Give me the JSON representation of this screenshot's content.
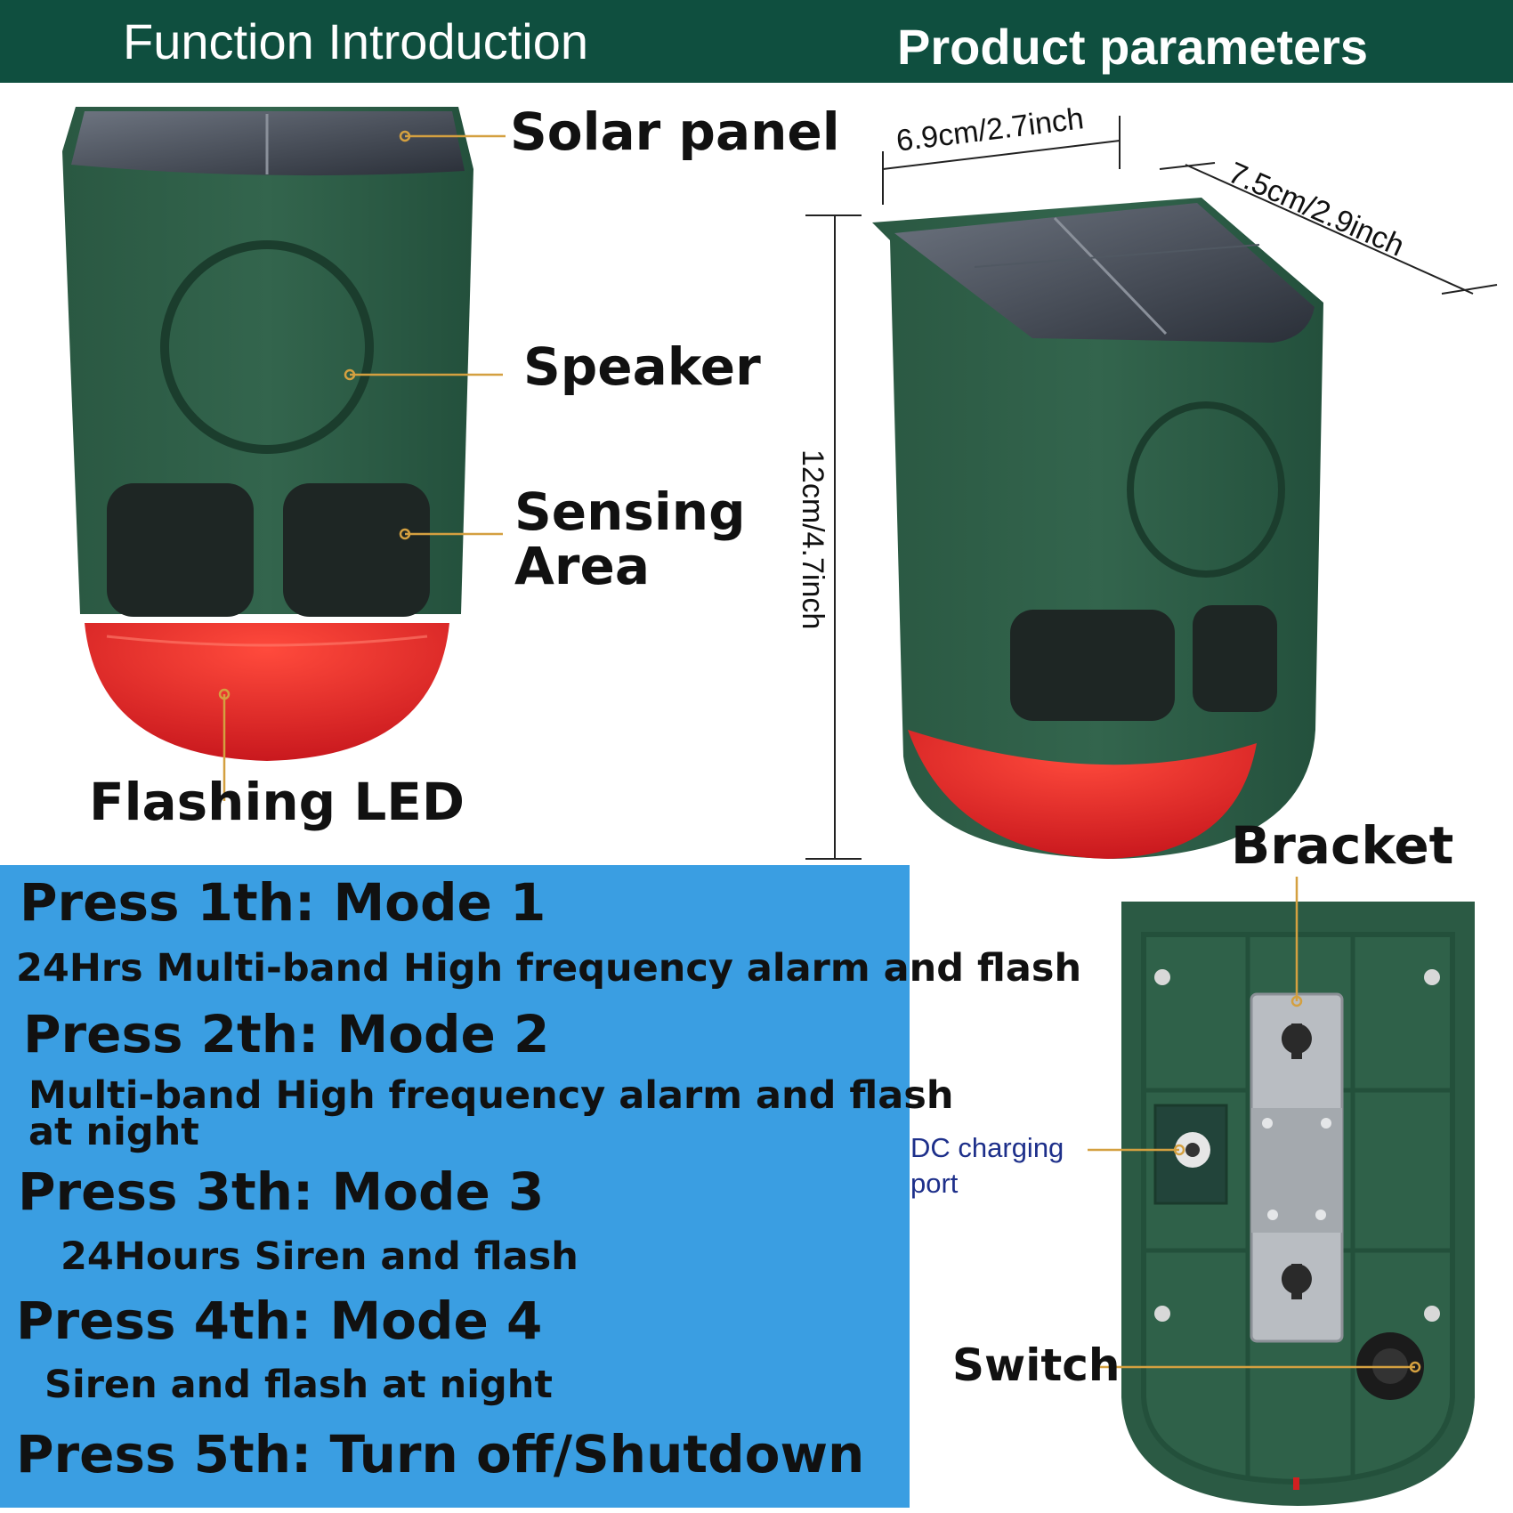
{
  "header": {
    "left_title": "Function Introduction",
    "right_title": "Product parameters"
  },
  "callouts": {
    "solar_panel": "Solar panel",
    "speaker": "Speaker",
    "sensing_line1": "Sensing",
    "sensing_line2": "Area",
    "flashing_led": "Flashing LED",
    "bracket": "Bracket",
    "dc_line1": "DC charging",
    "dc_line2": "port",
    "switch": "Switch"
  },
  "dimensions": {
    "width": "6.9cm/2.7inch",
    "depth": "7.5cm/2.9inch",
    "height": "12cm/4.7inch"
  },
  "modes": [
    {
      "title": "Press 1th: Mode 1",
      "desc": [
        "24Hrs Multi-band High frequency alarm and flash"
      ]
    },
    {
      "title": "Press 2th: Mode 2",
      "desc": [
        "Multi-band High frequency alarm and flash",
        "at night"
      ]
    },
    {
      "title": "Press 3th: Mode 3",
      "desc": [
        "24Hours Siren and flash"
      ]
    },
    {
      "title": "Press 4th: Mode 4",
      "desc": [
        "Siren and flash at night"
      ]
    },
    {
      "title": "Press 5th: Turn off/Shutdown",
      "desc": []
    }
  ],
  "colors": {
    "header_bg": "#0f4f3f",
    "device_green": "#2c5b45",
    "led_red": "#e8232a",
    "info_blue": "#3a9ee2",
    "callout_line": "#d4a040"
  }
}
